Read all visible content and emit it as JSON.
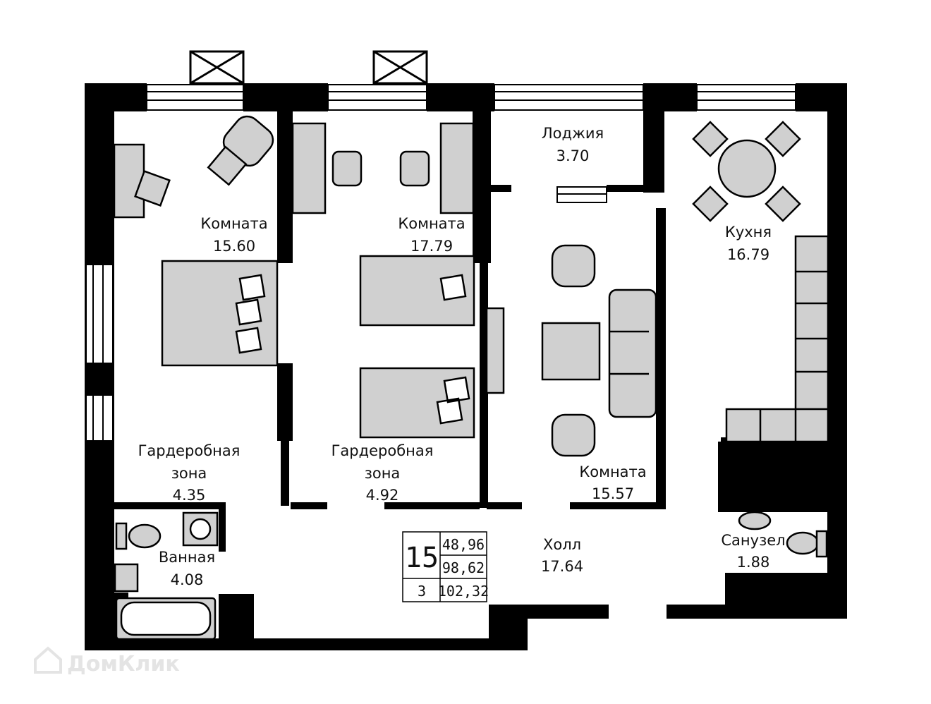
{
  "rooms": [
    {
      "name": "Комната",
      "area": "15.60"
    },
    {
      "name": "Комната",
      "area": "17.79"
    },
    {
      "name": "Лоджия",
      "area": "3.70"
    },
    {
      "name": "Кухня",
      "area": "16.79"
    },
    {
      "name_line1": "Гардеробная",
      "name_line2": "зона",
      "area": "4.35"
    },
    {
      "name_line1": "Гардеробная",
      "name_line2": "зона",
      "area": "4.92"
    },
    {
      "name": "Комната",
      "area": "15.57"
    },
    {
      "name": "Ванная",
      "area": "4.08"
    },
    {
      "name": "Холл",
      "area": "17.64"
    },
    {
      "name": "Санузел",
      "area": "1.88"
    }
  ],
  "info": {
    "floor": "15",
    "rooms_count": "3",
    "living_area": "48,96",
    "total_area": "98,62",
    "total_with_loggia": "102,32"
  },
  "watermark": "ДомКлик",
  "colors": {
    "wall": "#000000",
    "furniture": "#d0d0d0",
    "background": "#ffffff"
  }
}
